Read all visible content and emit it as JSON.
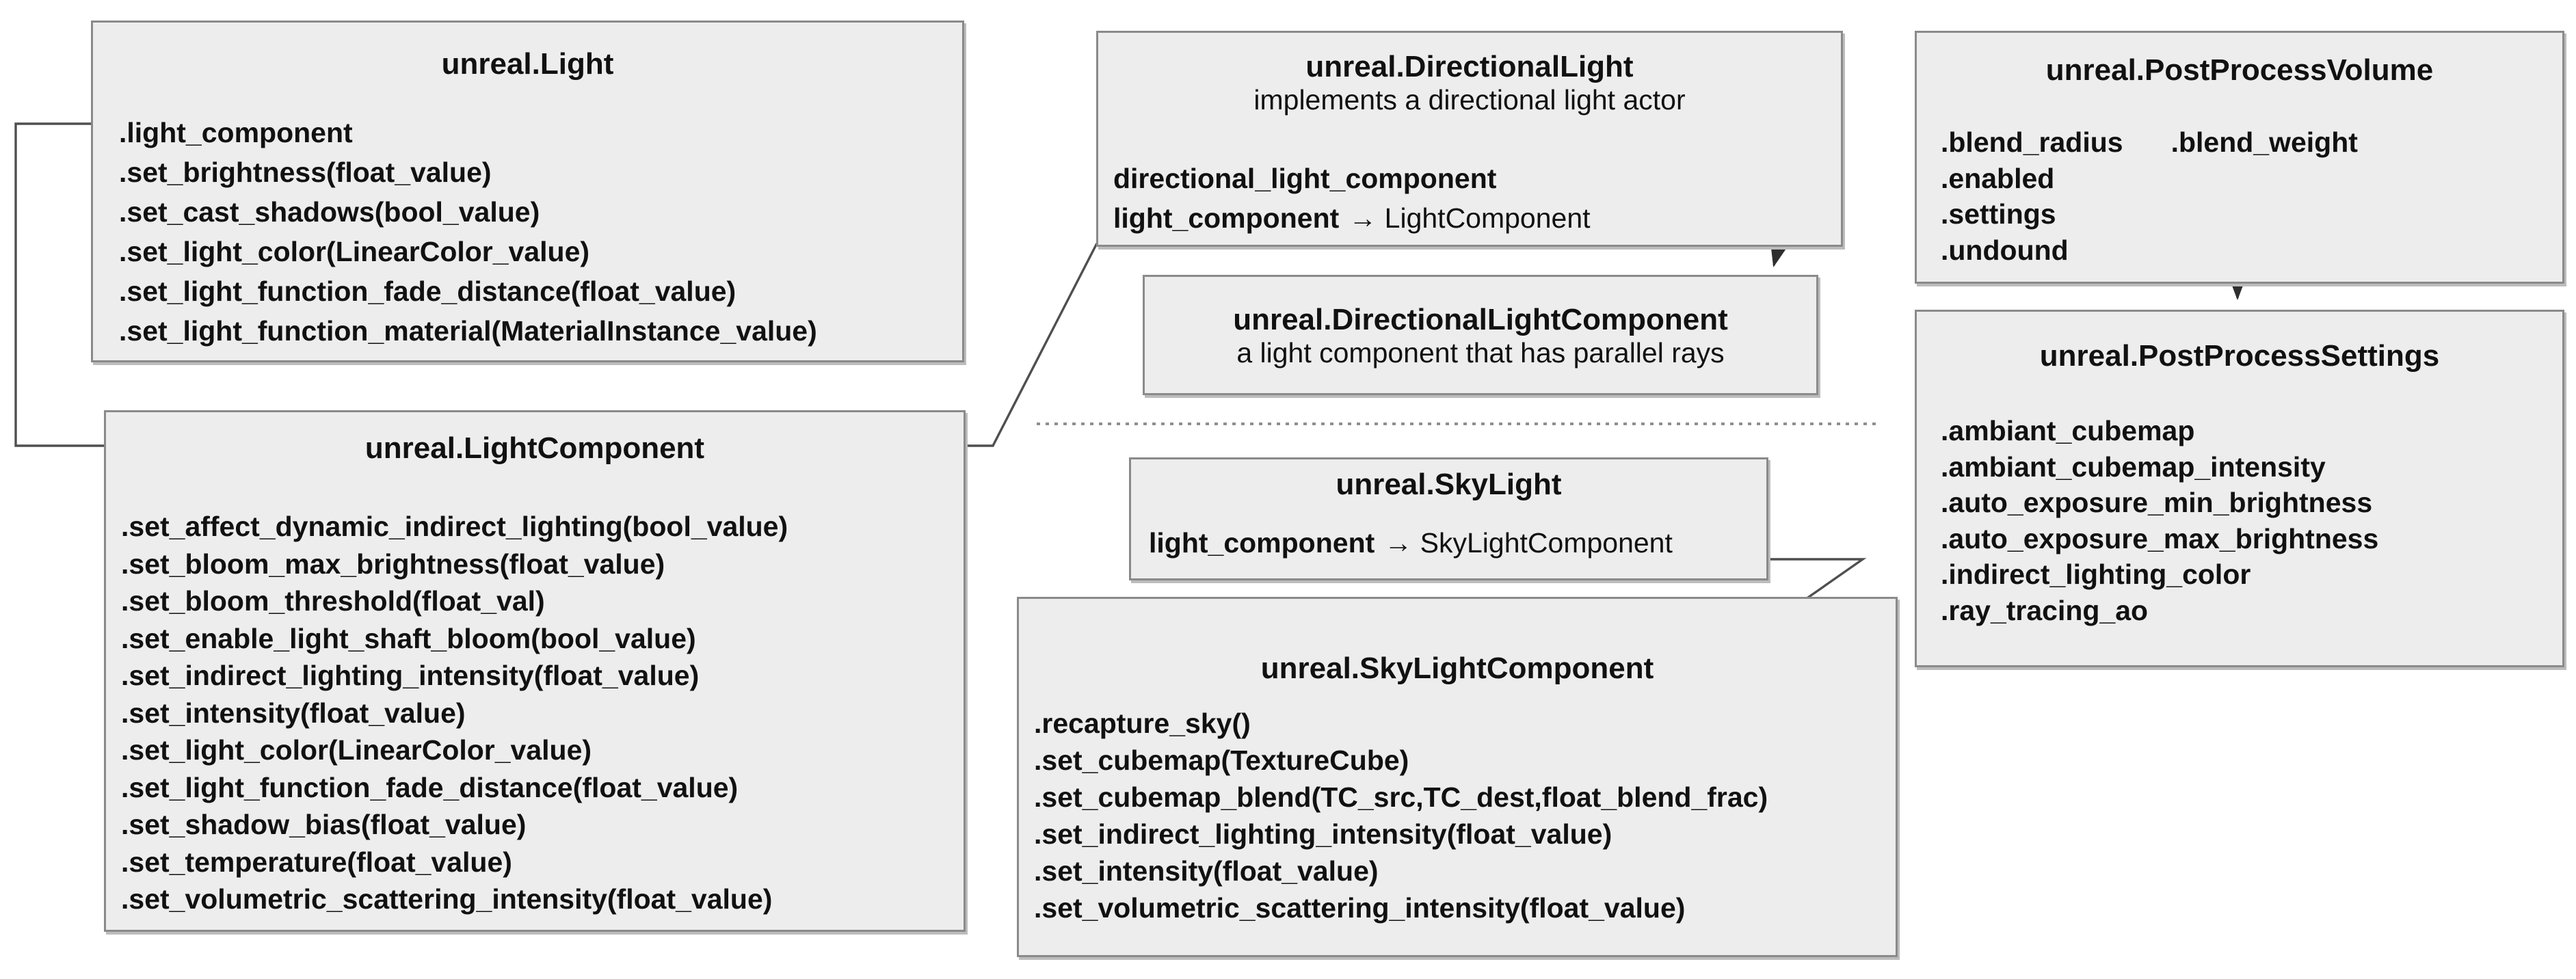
{
  "colors": {
    "box_fill": "#ededed",
    "box_border": "#8a8a8a",
    "connector": "#4f4f4f",
    "text": "#111111"
  },
  "boxes": {
    "light": {
      "title": "unreal.Light",
      "members": [
        ".light_component",
        ".set_brightness(float_value)",
        ".set_cast_shadows(bool_value)",
        ".set_light_color(LinearColor_value)",
        ".set_light_function_fade_distance(float_value)",
        ".set_light_function_material(MaterialInstance_value)"
      ]
    },
    "light_component": {
      "title": "unreal.LightComponent",
      "members": [
        ".set_affect_dynamic_indirect_lighting(bool_value)",
        ".set_bloom_max_brightness(float_value)",
        ".set_bloom_threshold(float_val)",
        ".set_enable_light_shaft_bloom(bool_value)",
        ".set_indirect_lighting_intensity(float_value)",
        ".set_intensity(float_value)",
        ".set_light_color(LinearColor_value)",
        ".set_light_function_fade_distance(float_value)",
        ".set_shadow_bias(float_value)",
        ".set_temperature(float_value)",
        ".set_volumetric_scattering_intensity(float_value)"
      ]
    },
    "directional_light": {
      "title": "unreal.DirectionalLight",
      "subtitle": "implements a directional light actor",
      "attr1": "directional_light_component",
      "link_name": "light_component",
      "link_target": "→ LightComponent"
    },
    "directional_light_component": {
      "title": "unreal.DirectionalLightComponent",
      "subtitle": "a light component that has parallel rays"
    },
    "sky_light": {
      "title": "unreal.SkyLight",
      "link_name": "light_component",
      "link_target": "→ SkyLightComponent"
    },
    "sky_light_component": {
      "title": "unreal.SkyLightComponent",
      "members": [
        ".recapture_sky()",
        ".set_cubemap(TextureCube)",
        ".set_cubemap_blend(TC_src,TC_dest,float_blend_frac)",
        ".set_indirect_lighting_intensity(float_value)",
        ".set_intensity(float_value)",
        ".set_volumetric_scattering_intensity(float_value)"
      ]
    },
    "post_process_volume": {
      "title": "unreal.PostProcessVolume",
      "member_inline": ".blend_weight",
      "members": [
        ".blend_radius",
        ".enabled",
        ".settings",
        ".undound"
      ]
    },
    "post_process_settings": {
      "title": "unreal.PostProcessSettings",
      "members": [
        ".ambiant_cubemap",
        ".ambiant_cubemap_intensity",
        ".auto_exposure_min_brightness",
        ".auto_exposure_max_brightness",
        ".indirect_lighting_color",
        ".ray_tracing_ao"
      ]
    }
  },
  "connections": [
    {
      "from": "unreal.Light.light_component",
      "to": "unreal.LightComponent"
    },
    {
      "from": "unreal.DirectionalLight",
      "to": "unreal.LightComponent"
    },
    {
      "from": "unreal.DirectionalLight.directional_light_component",
      "to": "unreal.DirectionalLightComponent"
    },
    {
      "from": "unreal.SkyLight.light_component",
      "to": "unreal.SkyLightComponent"
    },
    {
      "from": "unreal.PostProcessVolume.settings",
      "to": "unreal.PostProcessSettings"
    }
  ]
}
